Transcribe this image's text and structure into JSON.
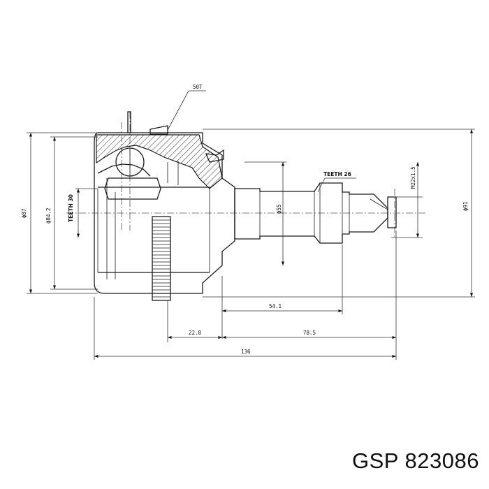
{
  "labels": {
    "thread_torque": "50T",
    "teeth_outer": "TEETH 26",
    "teeth_inner": "TEETH 30",
    "dia_87": "ϕ87",
    "dia_84": "ϕ84.2",
    "dia_55": "ϕ55",
    "dia_91": "ϕ91",
    "thread": "M22x1.5",
    "len_54": "54.1",
    "len_22": "22.8",
    "len_78": "78.5",
    "len_136": "136"
  },
  "brand": "GSP",
  "part_number": "823086",
  "colors": {
    "ink": "#1a1a1a",
    "background": "#ffffff"
  }
}
